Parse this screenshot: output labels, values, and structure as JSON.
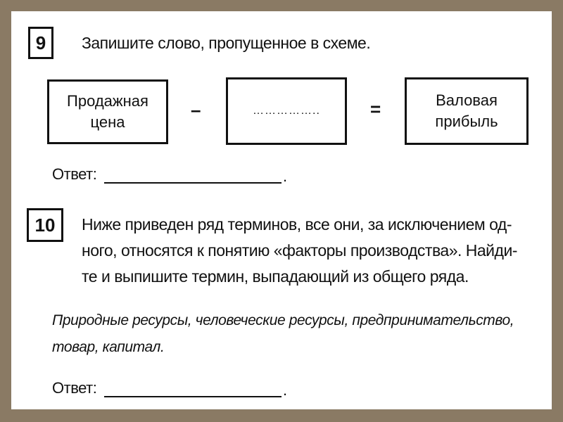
{
  "task9": {
    "number": "9",
    "instruction": "Запишите слово, пропущенное в схеме.",
    "scheme": {
      "box1_line1": "Продажная",
      "box1_line2": "цена",
      "operator1": "–",
      "box2_text": "……………..",
      "operator2": "=",
      "box3_line1": "Валовая",
      "box3_line2": "прибыль"
    },
    "answer_label": "Ответ:",
    "answer_end": "."
  },
  "task10": {
    "number": "10",
    "line1": "Ниже приведен ряд терминов, все они, за исключением од-",
    "line2": "ного, относятся к понятию «факторы производства». Найди-",
    "line3": "те и выпишите термин, выпадающий из общего ряда.",
    "terms_line1": "Природные ресурсы, человеческие ресурсы, предпринимательство,",
    "terms_line2": "товар, капитал.",
    "answer_label": "Ответ:",
    "answer_end": "."
  }
}
